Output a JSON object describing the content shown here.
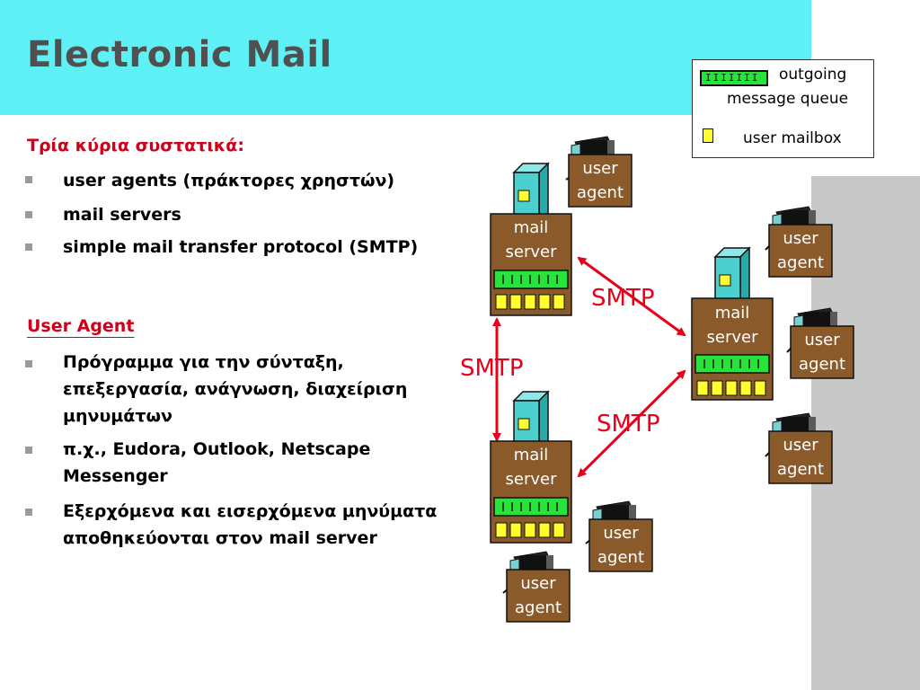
{
  "title": "Electronic Mail",
  "legend": {
    "queue_label_1": "outgoing",
    "queue_label_2": "message queue",
    "mailbox_label": "user mailbox"
  },
  "left": {
    "heading": "Τρία κύρια συστατικά:",
    "components": [
      "user agents (πράκτορες χρηστών)",
      "mail servers",
      "simple mail transfer protocol (SMTP)"
    ],
    "ua_heading": "User Agent",
    "ua_items": [
      "Πρόγραμμα για την σύνταξη, επεξεργασία, ανάγνωση, διαχείριση μηνυμάτων",
      "π.χ., Eudora, Outlook, Netscape Messenger",
      "Εξερχόμενα και εισερχόμενα μηνύματα αποθηκεύονται στον mail server"
    ]
  },
  "diagram": {
    "ua_line1": "user",
    "ua_line2": "agent",
    "ms_line1": "mail",
    "ms_line2": "server",
    "smtp": "SMTP",
    "colors": {
      "box_brown": "#8b5a2b",
      "queue_green": "#27e43a",
      "mailbox_yellow": "#ffff30",
      "server_teal": "#4ccfcf",
      "arrow_red": "#e8001a"
    }
  }
}
